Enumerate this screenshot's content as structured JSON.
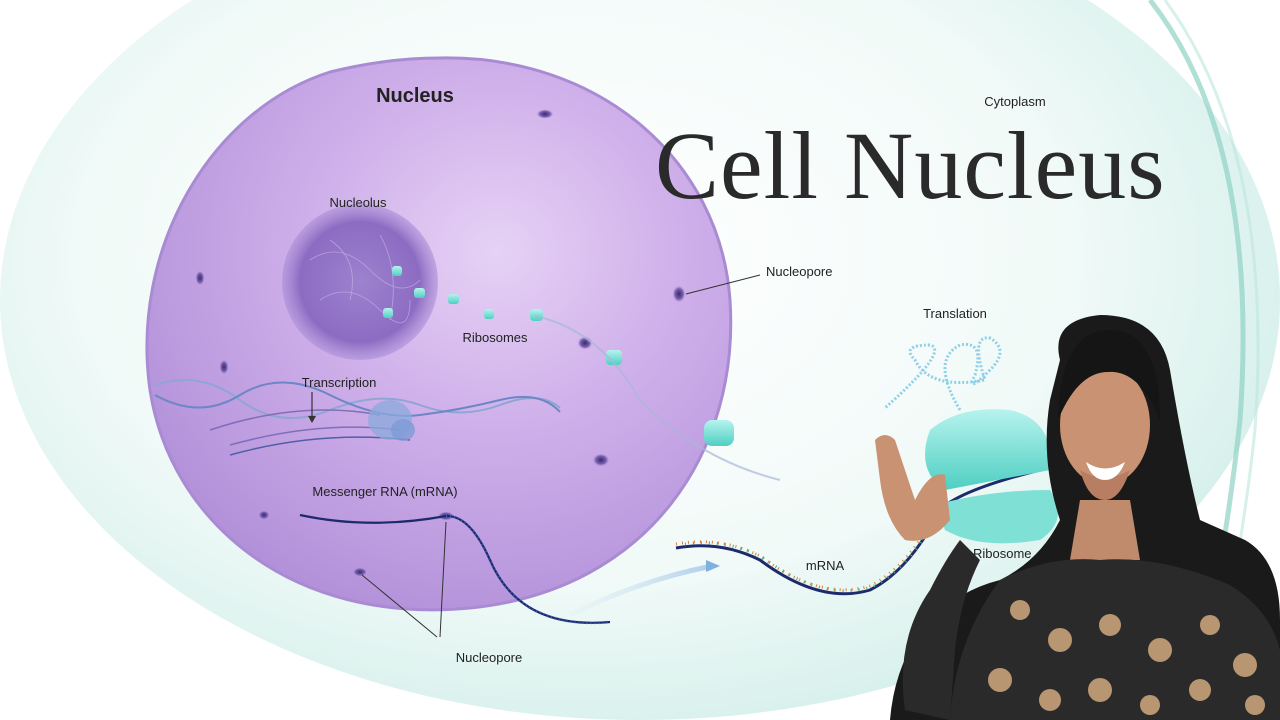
{
  "title": "Cell Nucleus",
  "labels": {
    "nucleus": "Nucleus",
    "cytoplasm": "Cytoplasm",
    "nucleolus": "Nucleolus",
    "nucleopore_right": "Nucleopore",
    "ribosomes": "Ribosomes",
    "transcription": "Transcription",
    "messenger_rna": "Messenger RNA (mRNA)",
    "nucleopore_bottom": "Nucleopore",
    "translation": "Translation",
    "mrna": "mRNA",
    "ribosome": "Ribosome"
  },
  "colors": {
    "cytoplasm": "#d6f0ec",
    "nucleus": "#c9a8e6",
    "nucleolus": "#8e6fc0",
    "ribosome": "#7fe0d6",
    "mrna_strand": "#1d2a6b",
    "presenter_top": "#1a1a1a"
  }
}
